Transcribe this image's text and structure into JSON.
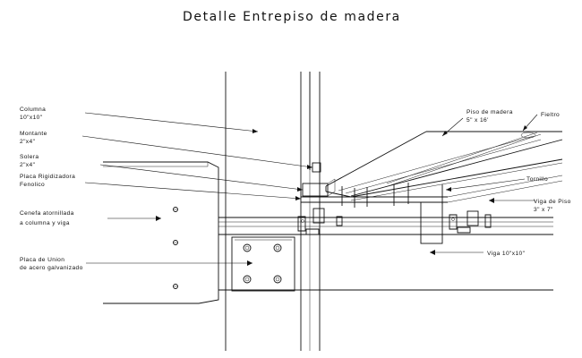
{
  "title": "Detalle Entrepiso de madera",
  "labels": {
    "columna_1": "Columna",
    "columna_2": "10\"x10\"",
    "montante_1": "Montante",
    "montante_2": "2\"x4\"",
    "solera_1": "Solera",
    "solera_2": "2\"x4\"",
    "placa_rig_1": "Placa Rigidizadora",
    "placa_rig_2": "Fenolico",
    "cenefa_1": "Cenefa atornillada",
    "cenefa_2": "a columna y viga",
    "placa_union_1": "Placa de Union",
    "placa_union_2": "de acero galvanizado",
    "piso_1": "Piso de madera",
    "piso_2": "5\" x 16'",
    "fieltro": "Fieltro",
    "tornillo": "Tornillo",
    "viga_piso_1": "Viga de Piso",
    "viga_piso_2": "3\" x 7\"",
    "viga": "Viga 10\"x10\""
  },
  "colors": {
    "line": "#111111",
    "background": "#ffffff"
  }
}
